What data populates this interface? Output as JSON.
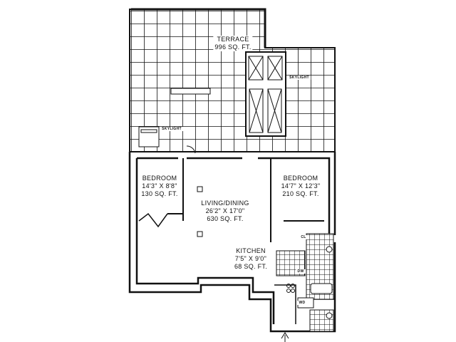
{
  "terrace": {
    "name": "TERRACE",
    "area": "996 SQ. FT."
  },
  "skylight_labels": [
    "SKYLIGHT",
    "SKYLIGHT"
  ],
  "rooms": [
    {
      "name": "BEDROOM",
      "dims": "14'3\" X 8'8\"",
      "area": "130 SQ. FT."
    },
    {
      "name": "LIVING/DINING",
      "dims": "26'2\" X 17'0\"",
      "area": "630 SQ. FT."
    },
    {
      "name": "BEDROOM",
      "dims": "14'7\" X 12'3\"",
      "area": "210 SQ. FT."
    },
    {
      "name": "KITCHEN",
      "dims": "7'5\" X 9'0\"",
      "area": "68 SQ. FT."
    }
  ],
  "fixtures": {
    "closet": "CL",
    "dishwasher": "DW",
    "washer_dryer": "WD"
  },
  "colors": {
    "line": "#111111",
    "background": "#ffffff"
  }
}
